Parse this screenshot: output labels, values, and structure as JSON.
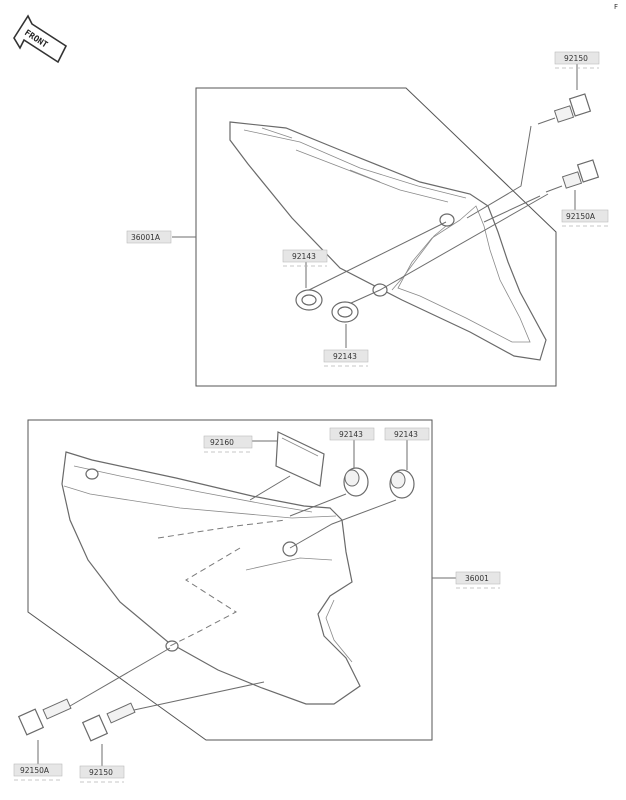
{
  "corner_label": "F",
  "front_label": "FRONT",
  "top_assembly": {
    "assembly_label": "36001A",
    "bolt_upper_label": "92150",
    "bolt_lower_label": "92150A",
    "washer_left_label": "92143",
    "washer_right_label": "92143"
  },
  "bottom_assembly": {
    "assembly_label": "36001",
    "pad_label": "92160",
    "grommet_left_label": "92143",
    "grommet_right_label": "92143",
    "bolt_left_label": "92150A",
    "bolt_right_label": "92150"
  }
}
